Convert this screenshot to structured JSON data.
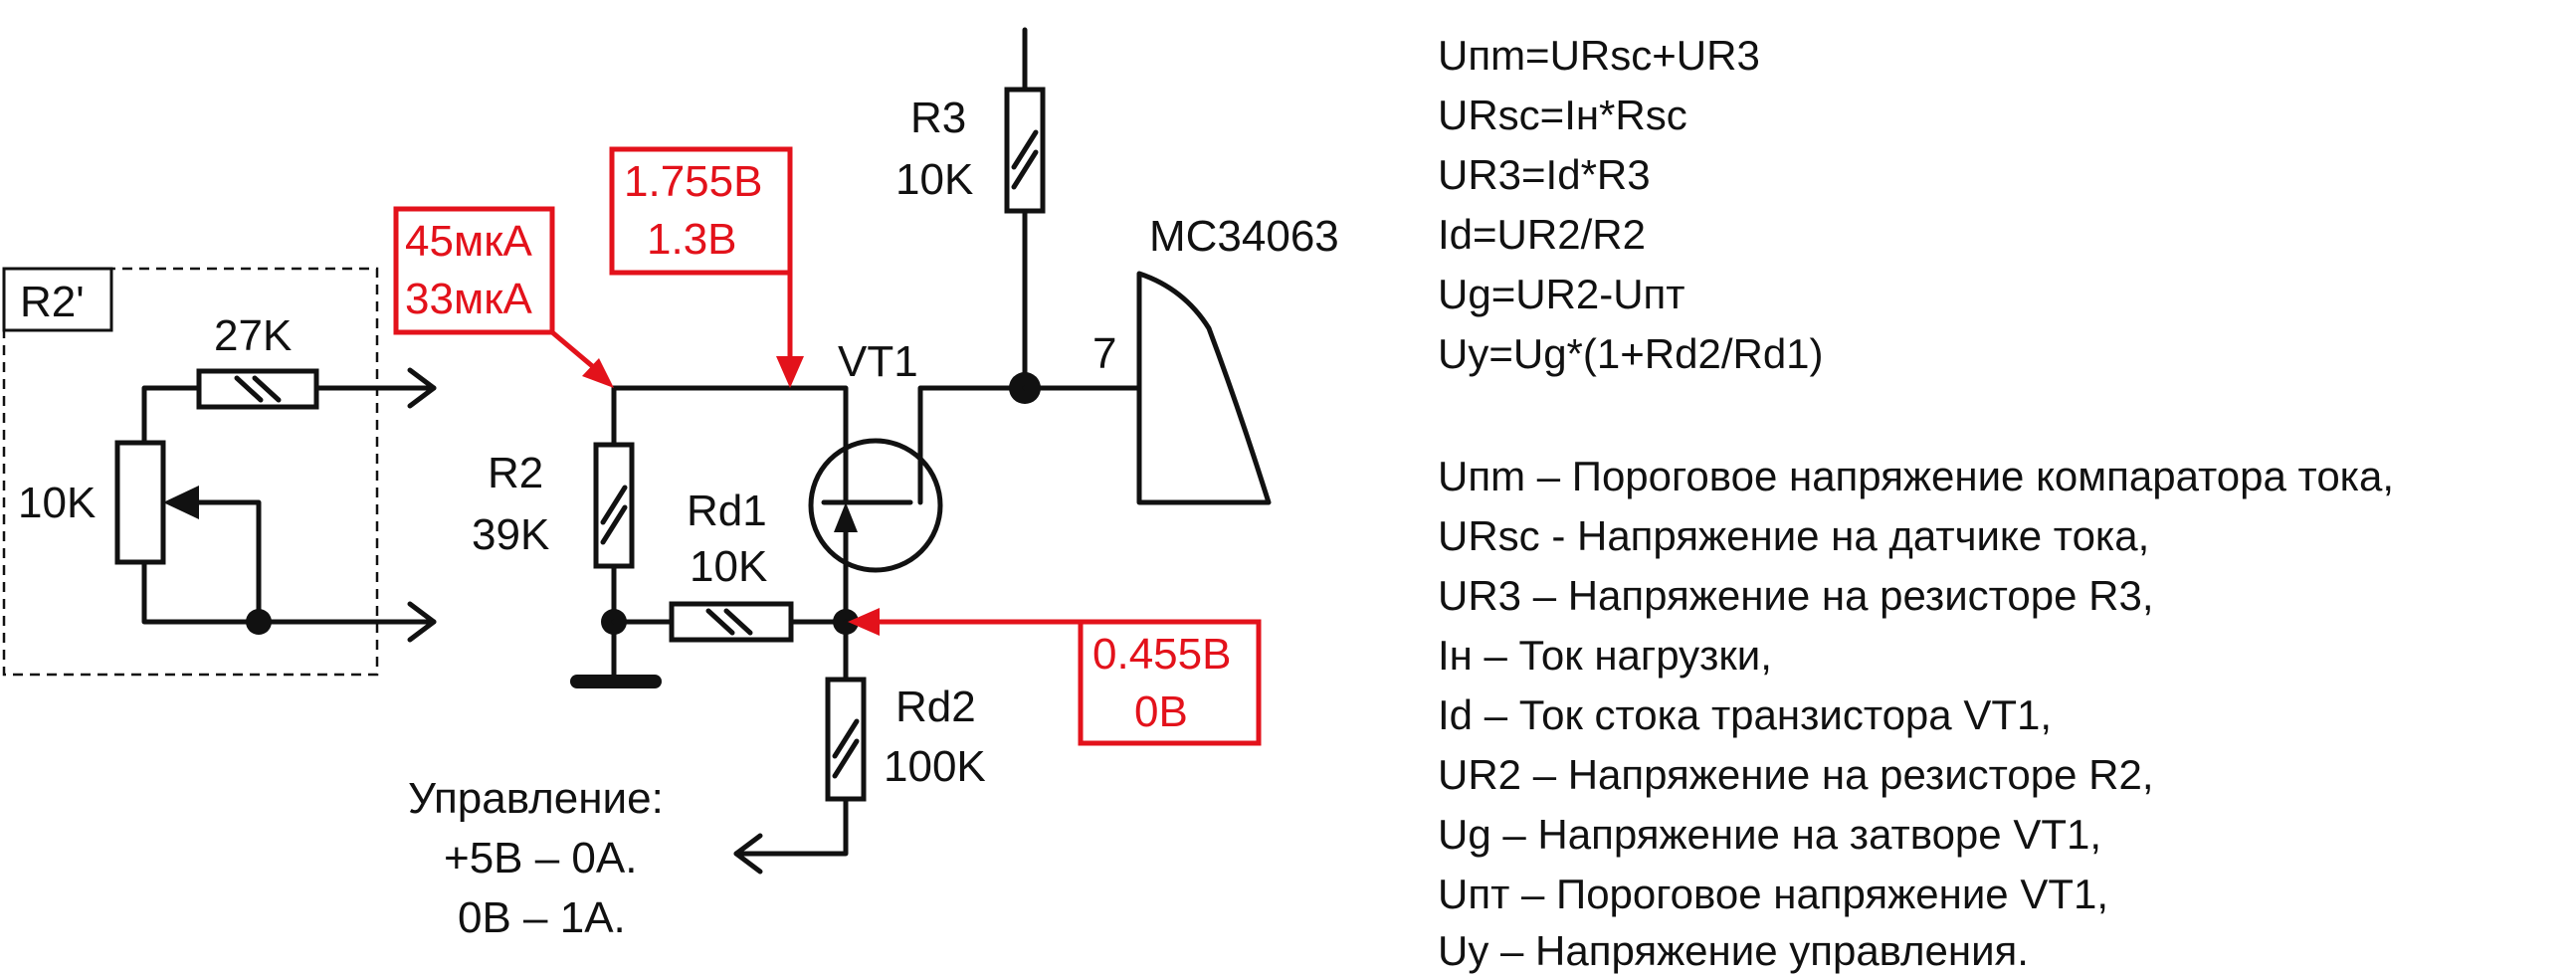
{
  "components": {
    "r2prime": "R2'",
    "r_27k": "27K",
    "pot_10k": "10K",
    "r2_name": "R2",
    "r2_value": "39K",
    "rd1_name": "Rd1",
    "rd1_value": "10K",
    "rd2_name": "Rd2",
    "rd2_value": "100K",
    "r3_name": "R3",
    "r3_value": "10K",
    "vt1": "VT1",
    "ic": "MC34063",
    "pin": "7"
  },
  "annotations": {
    "current_1": "45мкА",
    "current_2": "33мкА",
    "voltage_top_1": "1.755В",
    "voltage_top_2": "1.3В",
    "voltage_src_1": "0.455В",
    "voltage_src_2": "0В"
  },
  "control": {
    "title": "Управление:",
    "line1": "+5В – 0А.",
    "line2": "0В – 1А."
  },
  "annotation_color": "#e3121b",
  "equations": [
    "Uпm=URsc+UR3",
    "URsc=Iн*Rsc",
    "UR3=Id*R3",
    "Id=UR2/R2",
    "Ug=UR2-Uпт",
    "Uy=Ug*(1+Rd2/Rd1)"
  ],
  "legend": [
    "Uпm – Пороговое напряжение компаратора тока,",
    "URsc - Напряжение на датчике тока,",
    "UR3 – Напряжение на резисторе R3,",
    "Iн – Ток нагрузки,",
    "Id – Ток стока транзистора VT1,",
    "UR2 – Напряжение на резисторе R2,",
    "Ug – Напряжение на затворе VT1,",
    "Uпт – Пороговое напряжение VT1,",
    "Uy – Напряжение управления."
  ]
}
